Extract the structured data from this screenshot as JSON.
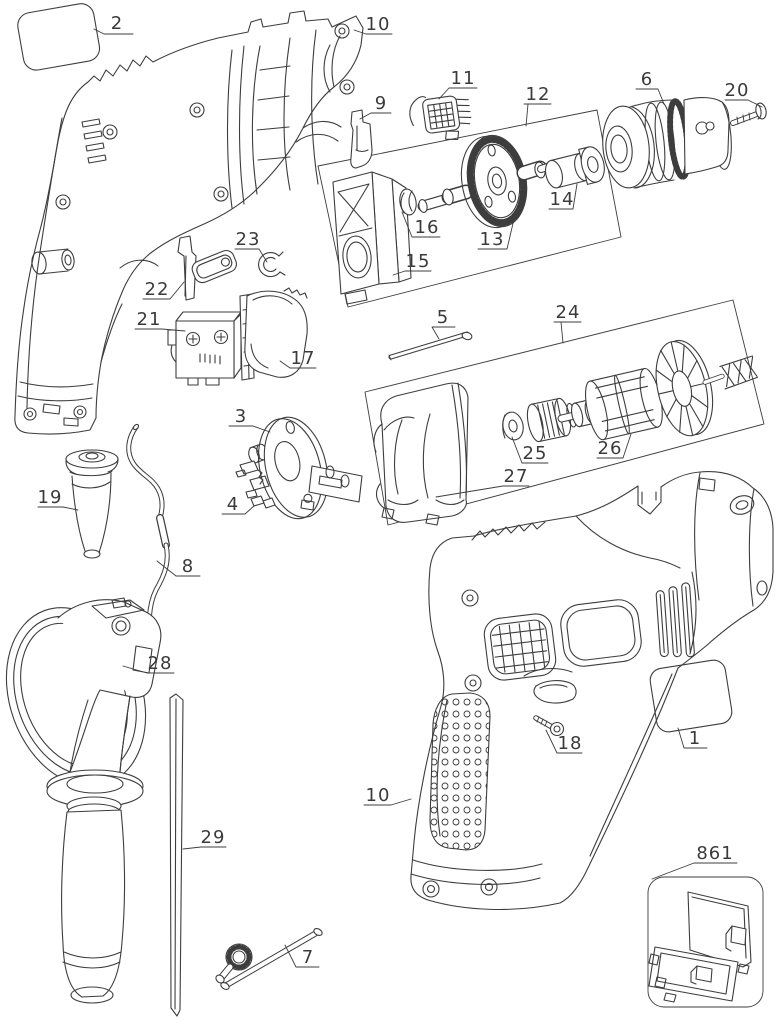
{
  "diagram": {
    "kind": "exploded-parts-diagram",
    "subject": "hammer drill service parts drawing",
    "background_color": "#ffffff",
    "line_color": "#3d3d3d",
    "text_color": "#3a3a3a"
  },
  "callouts": [
    {
      "number": "2"
    },
    {
      "number": "10"
    },
    {
      "number": "11"
    },
    {
      "number": "12"
    },
    {
      "number": "6"
    },
    {
      "number": "20"
    },
    {
      "number": "9"
    },
    {
      "number": "16"
    },
    {
      "number": "13"
    },
    {
      "number": "14"
    },
    {
      "number": "15"
    },
    {
      "number": "23"
    },
    {
      "number": "22"
    },
    {
      "number": "21"
    },
    {
      "number": "17"
    },
    {
      "number": "5"
    },
    {
      "number": "24"
    },
    {
      "number": "3"
    },
    {
      "number": "4"
    },
    {
      "number": "25"
    },
    {
      "number": "26"
    },
    {
      "number": "27"
    },
    {
      "number": "19"
    },
    {
      "number": "8"
    },
    {
      "number": "28"
    },
    {
      "number": "29"
    },
    {
      "number": "7"
    },
    {
      "number": "10"
    },
    {
      "number": "18"
    },
    {
      "number": "1"
    },
    {
      "number": "861"
    }
  ]
}
